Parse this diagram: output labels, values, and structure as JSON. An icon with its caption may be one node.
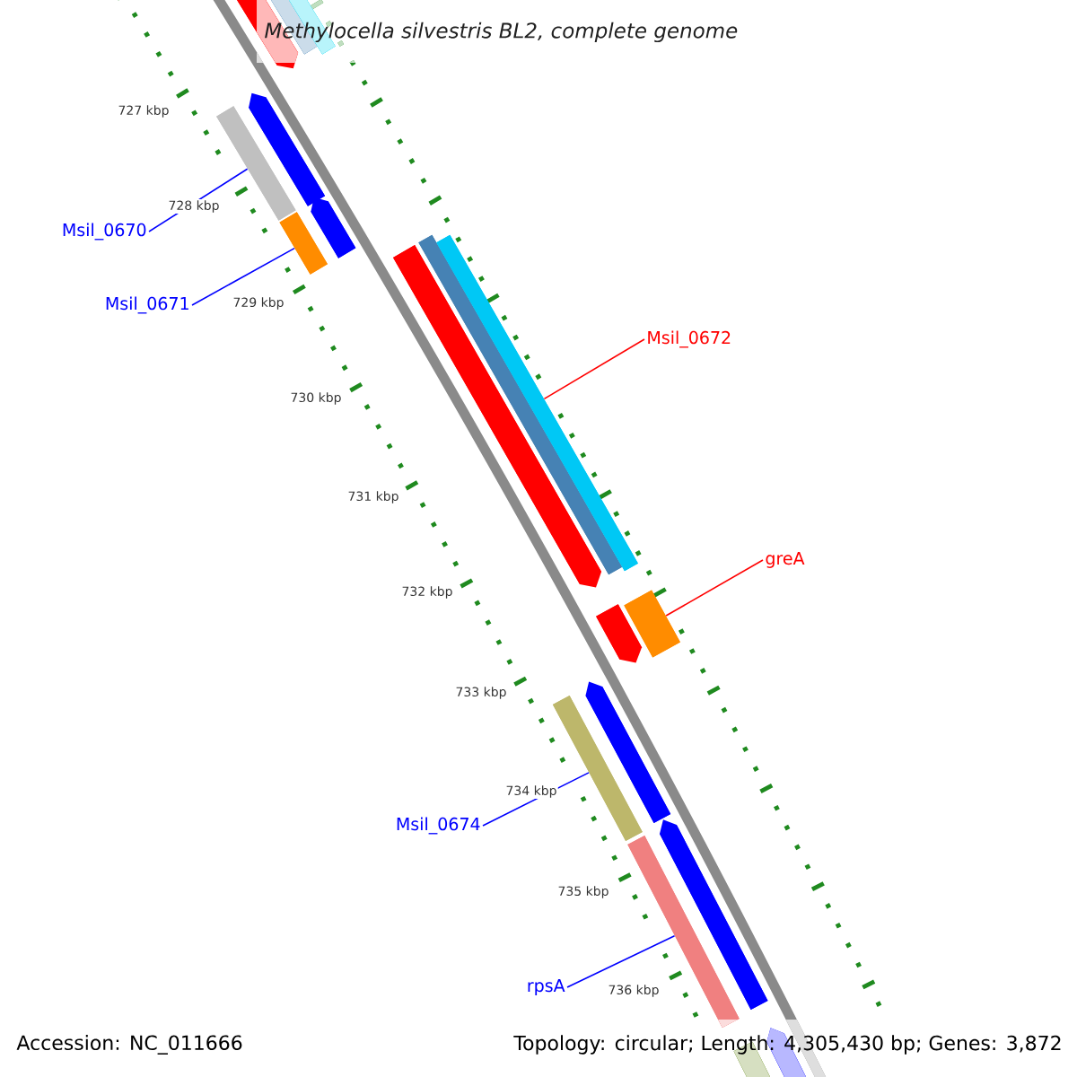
{
  "diagram": {
    "title": "Methylocella silvestris BL2, complete genome",
    "nodes": [
      {
        "text": [
          "Msil_0670"
        ]
      },
      {
        "text": [
          "Msil_0671"
        ]
      },
      {
        "text": [
          "Msil_0672"
        ]
      },
      {
        "text": [
          "greA"
        ]
      },
      {
        "text": [
          "Msil_0674"
        ]
      },
      {
        "text": [
          "rpsA"
        ]
      },
      {
        "text": [],
        "shape": "bar"
      },
      {
        "text": [],
        "shape": "bar"
      },
      {
        "text": [],
        "shape": "bar"
      },
      {
        "text": [],
        "shape": "bar"
      },
      {
        "text": [],
        "shape": "bar"
      },
      {
        "text": [],
        "shape": "bar"
      },
      {
        "text": [],
        "shape": "bar"
      },
      {
        "text": [],
        "shape": "bar"
      },
      {
        "text": [],
        "shape": "bar"
      },
      {
        "text": [],
        "shape": "bar"
      },
      {
        "text": [],
        "shape": "bar"
      },
      {
        "text": [],
        "shape": "bar"
      },
      {
        "text": [],
        "shape": "bar"
      },
      {
        "text": [],
        "shape": "bar"
      },
      {
        "text": [],
        "shape": "bar"
      },
      {
        "text": [],
        "shape": "bar"
      },
      {
        "text": [],
        "shape": "bar"
      },
      {
        "text": [],
        "shape": "bar"
      }
    ],
    "edges": [
      {
        "from": 0,
        "to": 10,
        "arrow": "none"
      },
      {
        "from": 1,
        "to": 12,
        "arrow": "none"
      },
      {
        "from": 2,
        "to": 14,
        "arrow": "none",
        "color": "#ff0000"
      },
      {
        "from": 3,
        "to": 16,
        "arrow": "none",
        "color": "#ff0000"
      },
      {
        "from": 4,
        "to": 19,
        "arrow": "none"
      },
      {
        "from": 5,
        "to": 21,
        "arrow": "none"
      }
    ],
    "labels": [
      "727 kbp",
      "728 kbp",
      "729 kbp",
      "730 kbp",
      "731 kbp",
      "732 kbp",
      "733 kbp",
      "734 kbp",
      "735 kbp",
      "736 kbp",
      "Accession: NC_011666",
      "Topology: circular; Length: 4,305,430 bp; Genes: 3,872"
    ]
  }
}
